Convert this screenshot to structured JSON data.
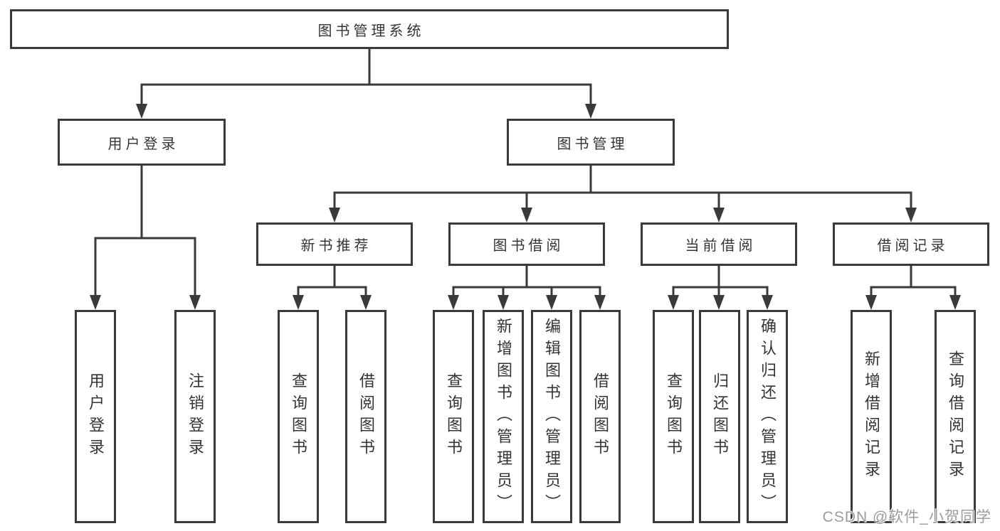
{
  "diagram": {
    "root": {
      "label": "图书管理系统"
    },
    "level2": [
      {
        "label": "用户登录"
      },
      {
        "label": "图书管理"
      }
    ],
    "level3": [
      {
        "label": "新书推荐"
      },
      {
        "label": "图书借阅"
      },
      {
        "label": "当前借阅"
      },
      {
        "label": "借阅记录"
      }
    ],
    "leaves": {
      "user_login": [
        "用户登录",
        "注销登录"
      ],
      "new_book": [
        "查询图书",
        "借阅图书"
      ],
      "book_borrow": [
        "查询图书",
        "新增图书（管理员）",
        "编辑图书（管理员）",
        "借阅图书"
      ],
      "current_borrow": [
        "查询图书",
        "归还图书",
        "确认归还（管理员）"
      ],
      "borrow_records": [
        "新增借阅记录",
        "查询借阅记录"
      ]
    }
  },
  "watermark": {
    "text": "CSDN @软件_小贺同学"
  },
  "colors": {
    "line": "#3a3a3a",
    "text": "#343434",
    "background": "#ffffff",
    "watermark": "#9c9c9c"
  }
}
